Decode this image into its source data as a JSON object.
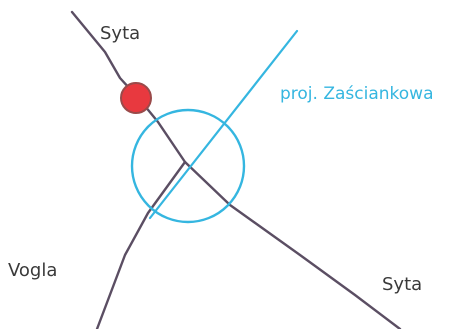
{
  "map": {
    "labels": {
      "syta_north": "Syta",
      "syta_south": "Syta",
      "vogla": "Vogla",
      "planned_street": "proj. Zaściankowa"
    },
    "colors": {
      "existing_road": "#5b4e63",
      "planned_road": "#35b6e0",
      "roundabout": "#35b6e0",
      "marker_fill": "#e8393f",
      "marker_stroke": "#9a4a4a",
      "label_text": "#3a3a3a",
      "planned_label_text": "#35b6e0"
    }
  }
}
